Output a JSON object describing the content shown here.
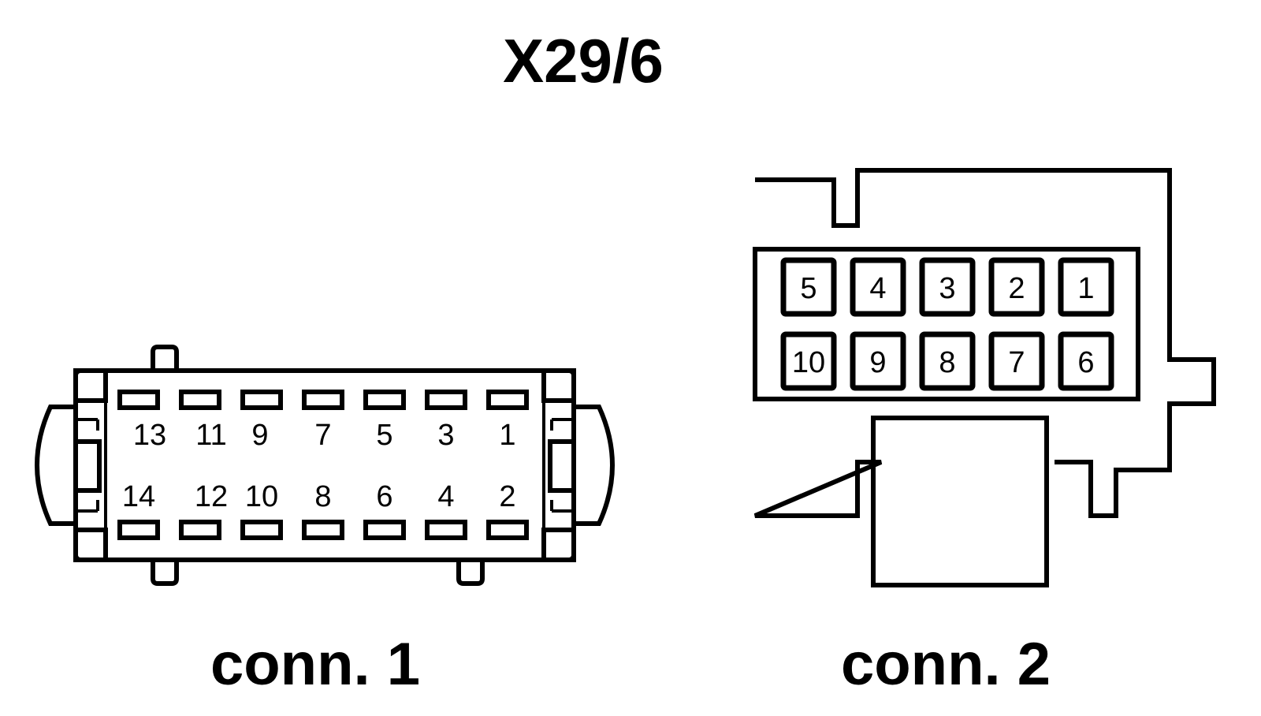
{
  "title": "X29/6",
  "connectors": [
    {
      "label": "conn. 1",
      "top_row": [
        "13",
        "11",
        "9",
        "7",
        "5",
        "3",
        "1"
      ],
      "bottom_row": [
        "14",
        "12",
        "10",
        "8",
        "6",
        "4",
        "2"
      ]
    },
    {
      "label": "conn. 2",
      "top_row": [
        "5",
        "4",
        "3",
        "2",
        "1"
      ],
      "bottom_row": [
        "10",
        "9",
        "8",
        "7",
        "6"
      ]
    }
  ]
}
